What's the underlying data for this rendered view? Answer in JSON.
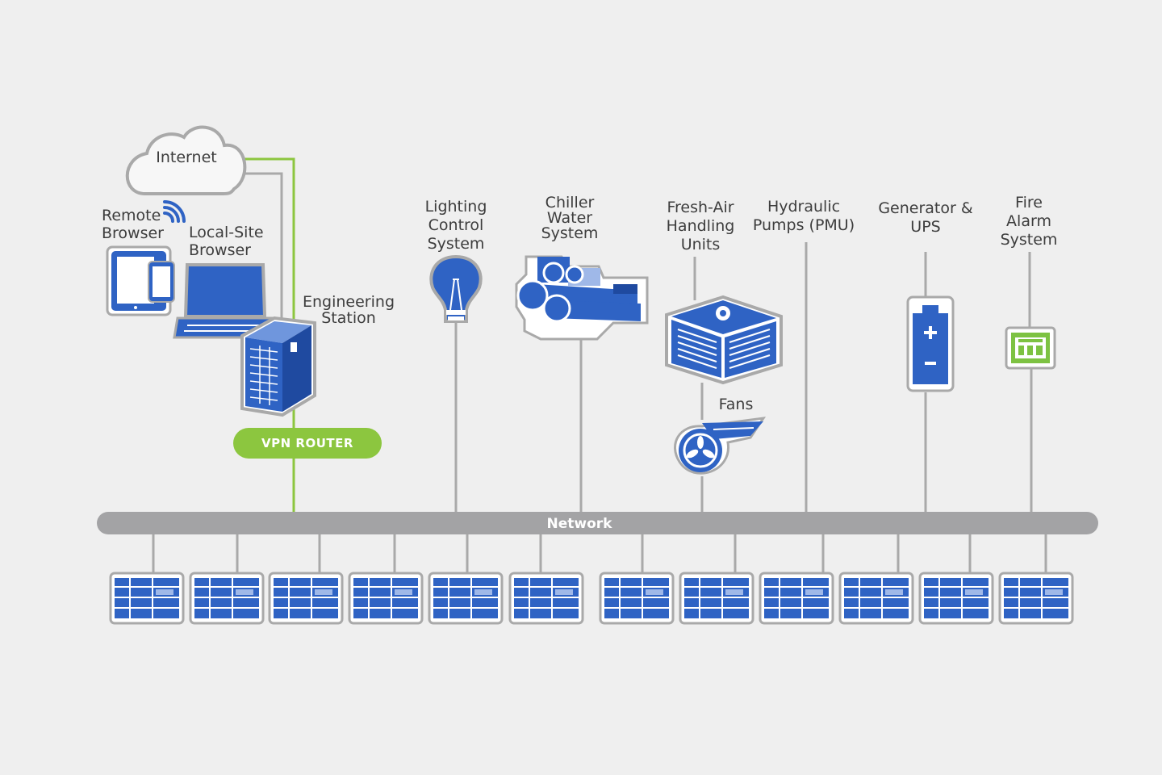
{
  "labels": {
    "internet": "Internet",
    "remote_browser": [
      "Remote",
      "Browser"
    ],
    "local_site_browser": [
      "Local-Site",
      "Browser"
    ],
    "engineering_station": [
      "Engineering",
      "Station"
    ],
    "vpn_router": "VPN ROUTER",
    "lighting": [
      "Lighting",
      "Control",
      "System"
    ],
    "chiller": [
      "Chiller",
      "Water",
      "System"
    ],
    "fresh_air": [
      "Fresh-Air",
      "Handling",
      "Units"
    ],
    "hydraulic": [
      "Hydraulic",
      "Pumps (PMU)"
    ],
    "generator": [
      "Generator &",
      "UPS"
    ],
    "fire_alarm": [
      "Fire",
      "Alarm",
      "System"
    ],
    "fans": "Fans",
    "network": "Network"
  },
  "colors": {
    "background": "#efefef",
    "device_blue": "#2f63c4",
    "device_blue_dark": "#1f4aa0",
    "line_gray": "#a9a9a9",
    "bus_gray": "#a3a3a5",
    "vpn_green": "#8cc63f",
    "fire_green": "#7dc242",
    "text": "#3d3d3d"
  },
  "controllers": {
    "count": 12
  }
}
